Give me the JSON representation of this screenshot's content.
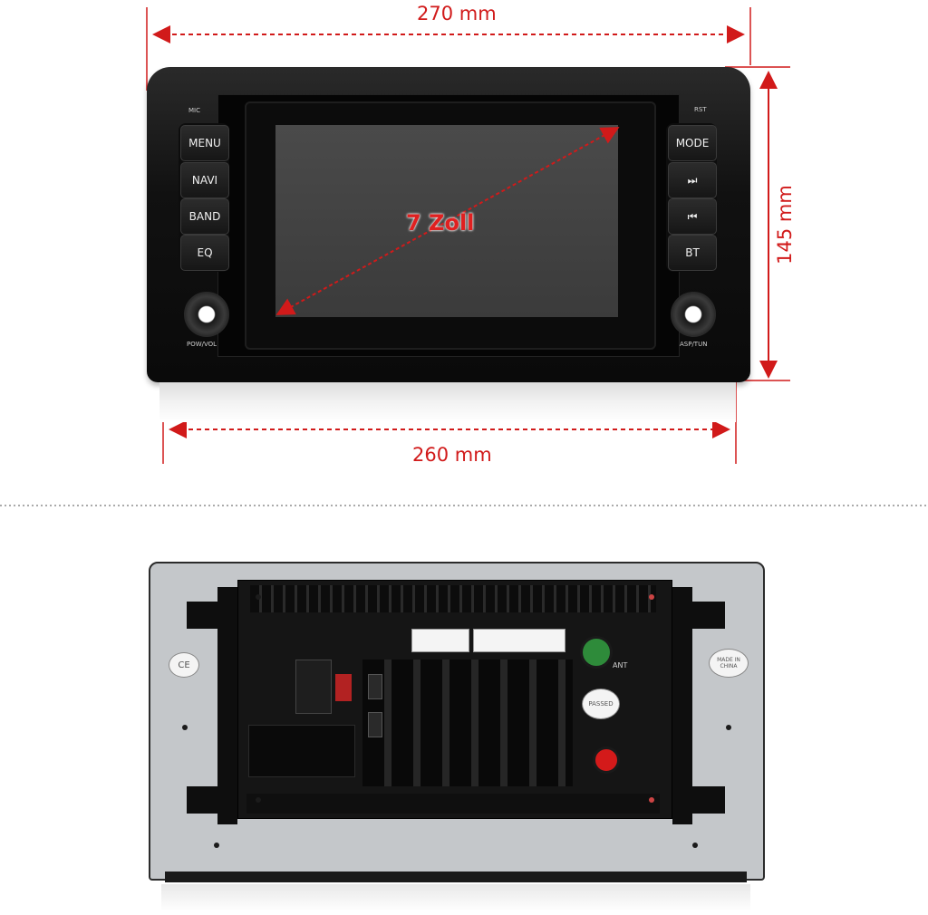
{
  "dimensions": {
    "top_width": "270 mm",
    "bottom_width": "260 mm",
    "height": "145 mm",
    "diagonal": "7 Zoll"
  },
  "front_panel": {
    "left_buttons": [
      "MENU",
      "NAVI",
      "BAND",
      "EQ"
    ],
    "right_buttons": [
      "MODE",
      "⏭",
      "⏮",
      "BT"
    ],
    "mic_label": "MIC",
    "rst_label": "RST",
    "left_knob_label": "POW/VOL",
    "right_knob_label": "ASP/TUN"
  },
  "back_panel": {
    "ce_label": "CE",
    "made_in_label": "MADE IN CHINA",
    "passed_label": "PASSED",
    "ant_label": "ANT"
  },
  "colors": {
    "dimension_red": "#d11a1a",
    "gps_green": "#2e8b3a",
    "power_red": "#d41a1a"
  }
}
